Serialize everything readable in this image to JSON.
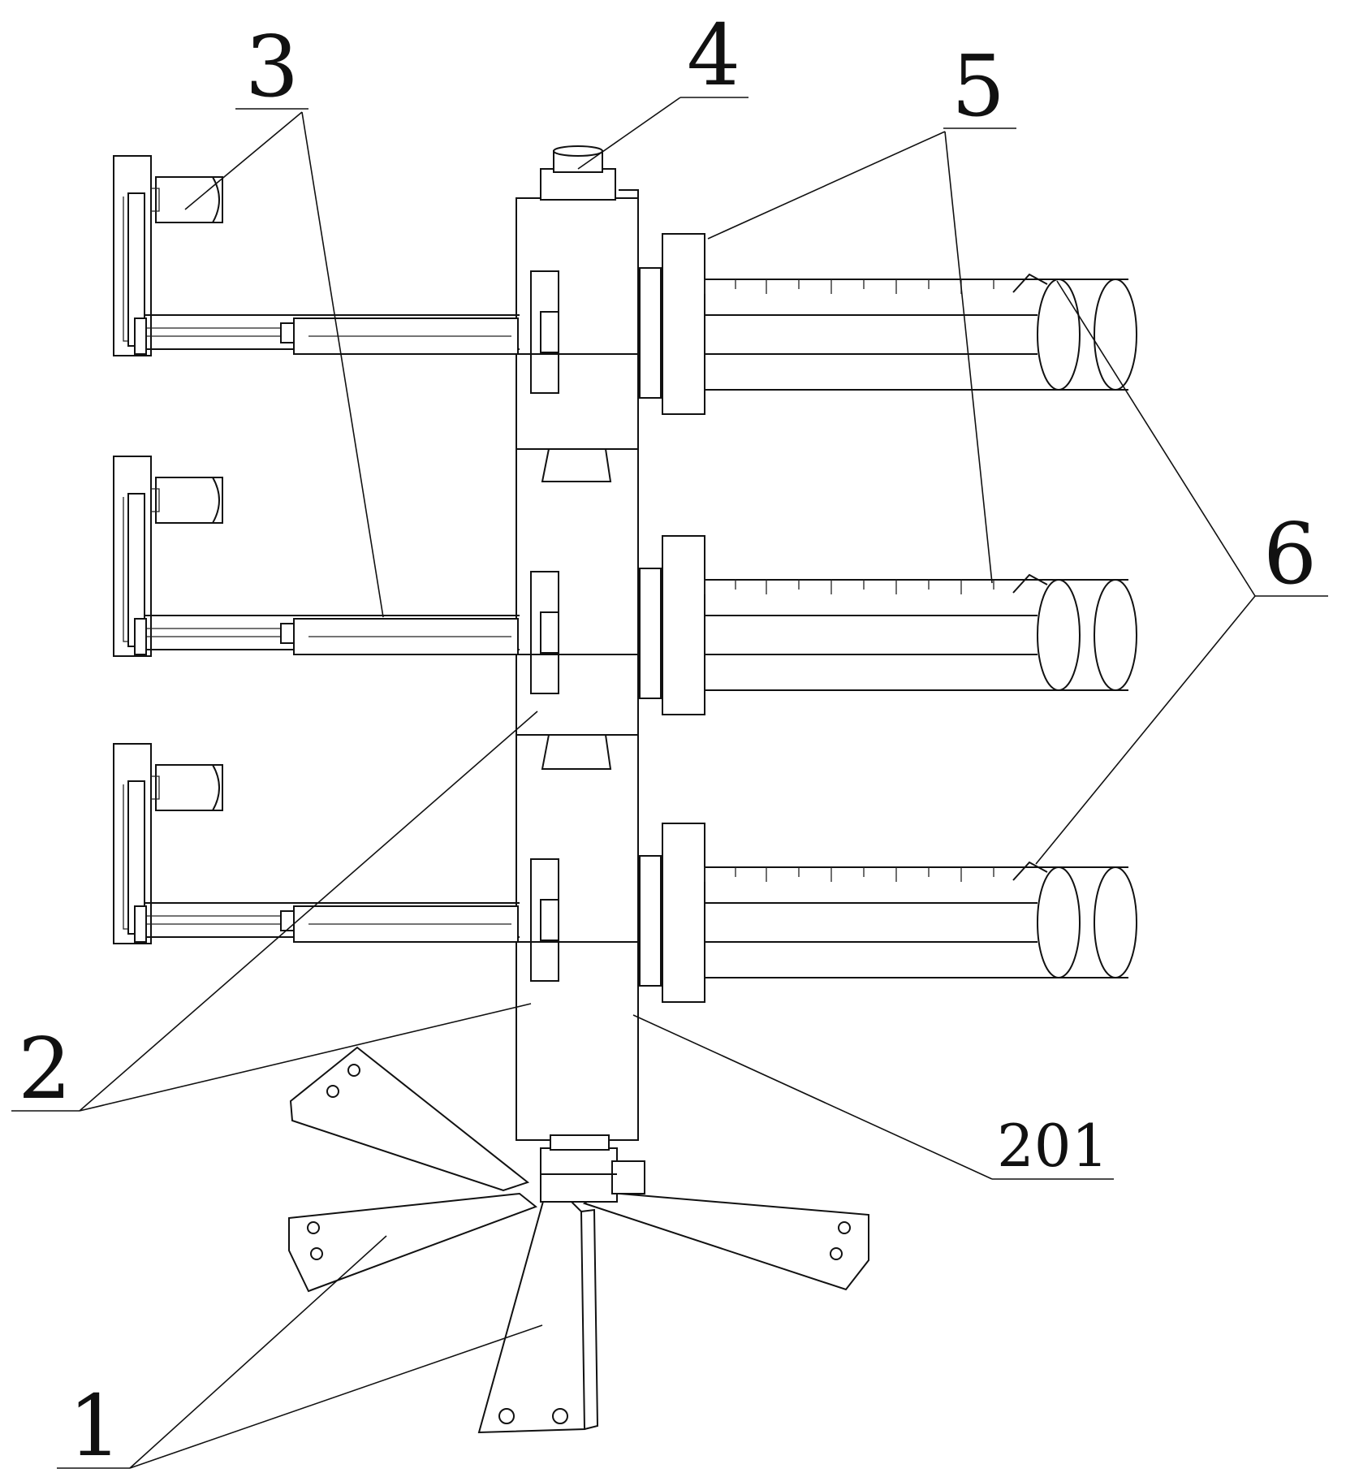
{
  "labels": {
    "part_1": "1",
    "part_2": "2",
    "part_3": "3",
    "part_4": "4",
    "part_5": "5",
    "part_6": "6",
    "part_201": "201"
  },
  "colors": {
    "line": "#111111",
    "background": "#ffffff"
  }
}
